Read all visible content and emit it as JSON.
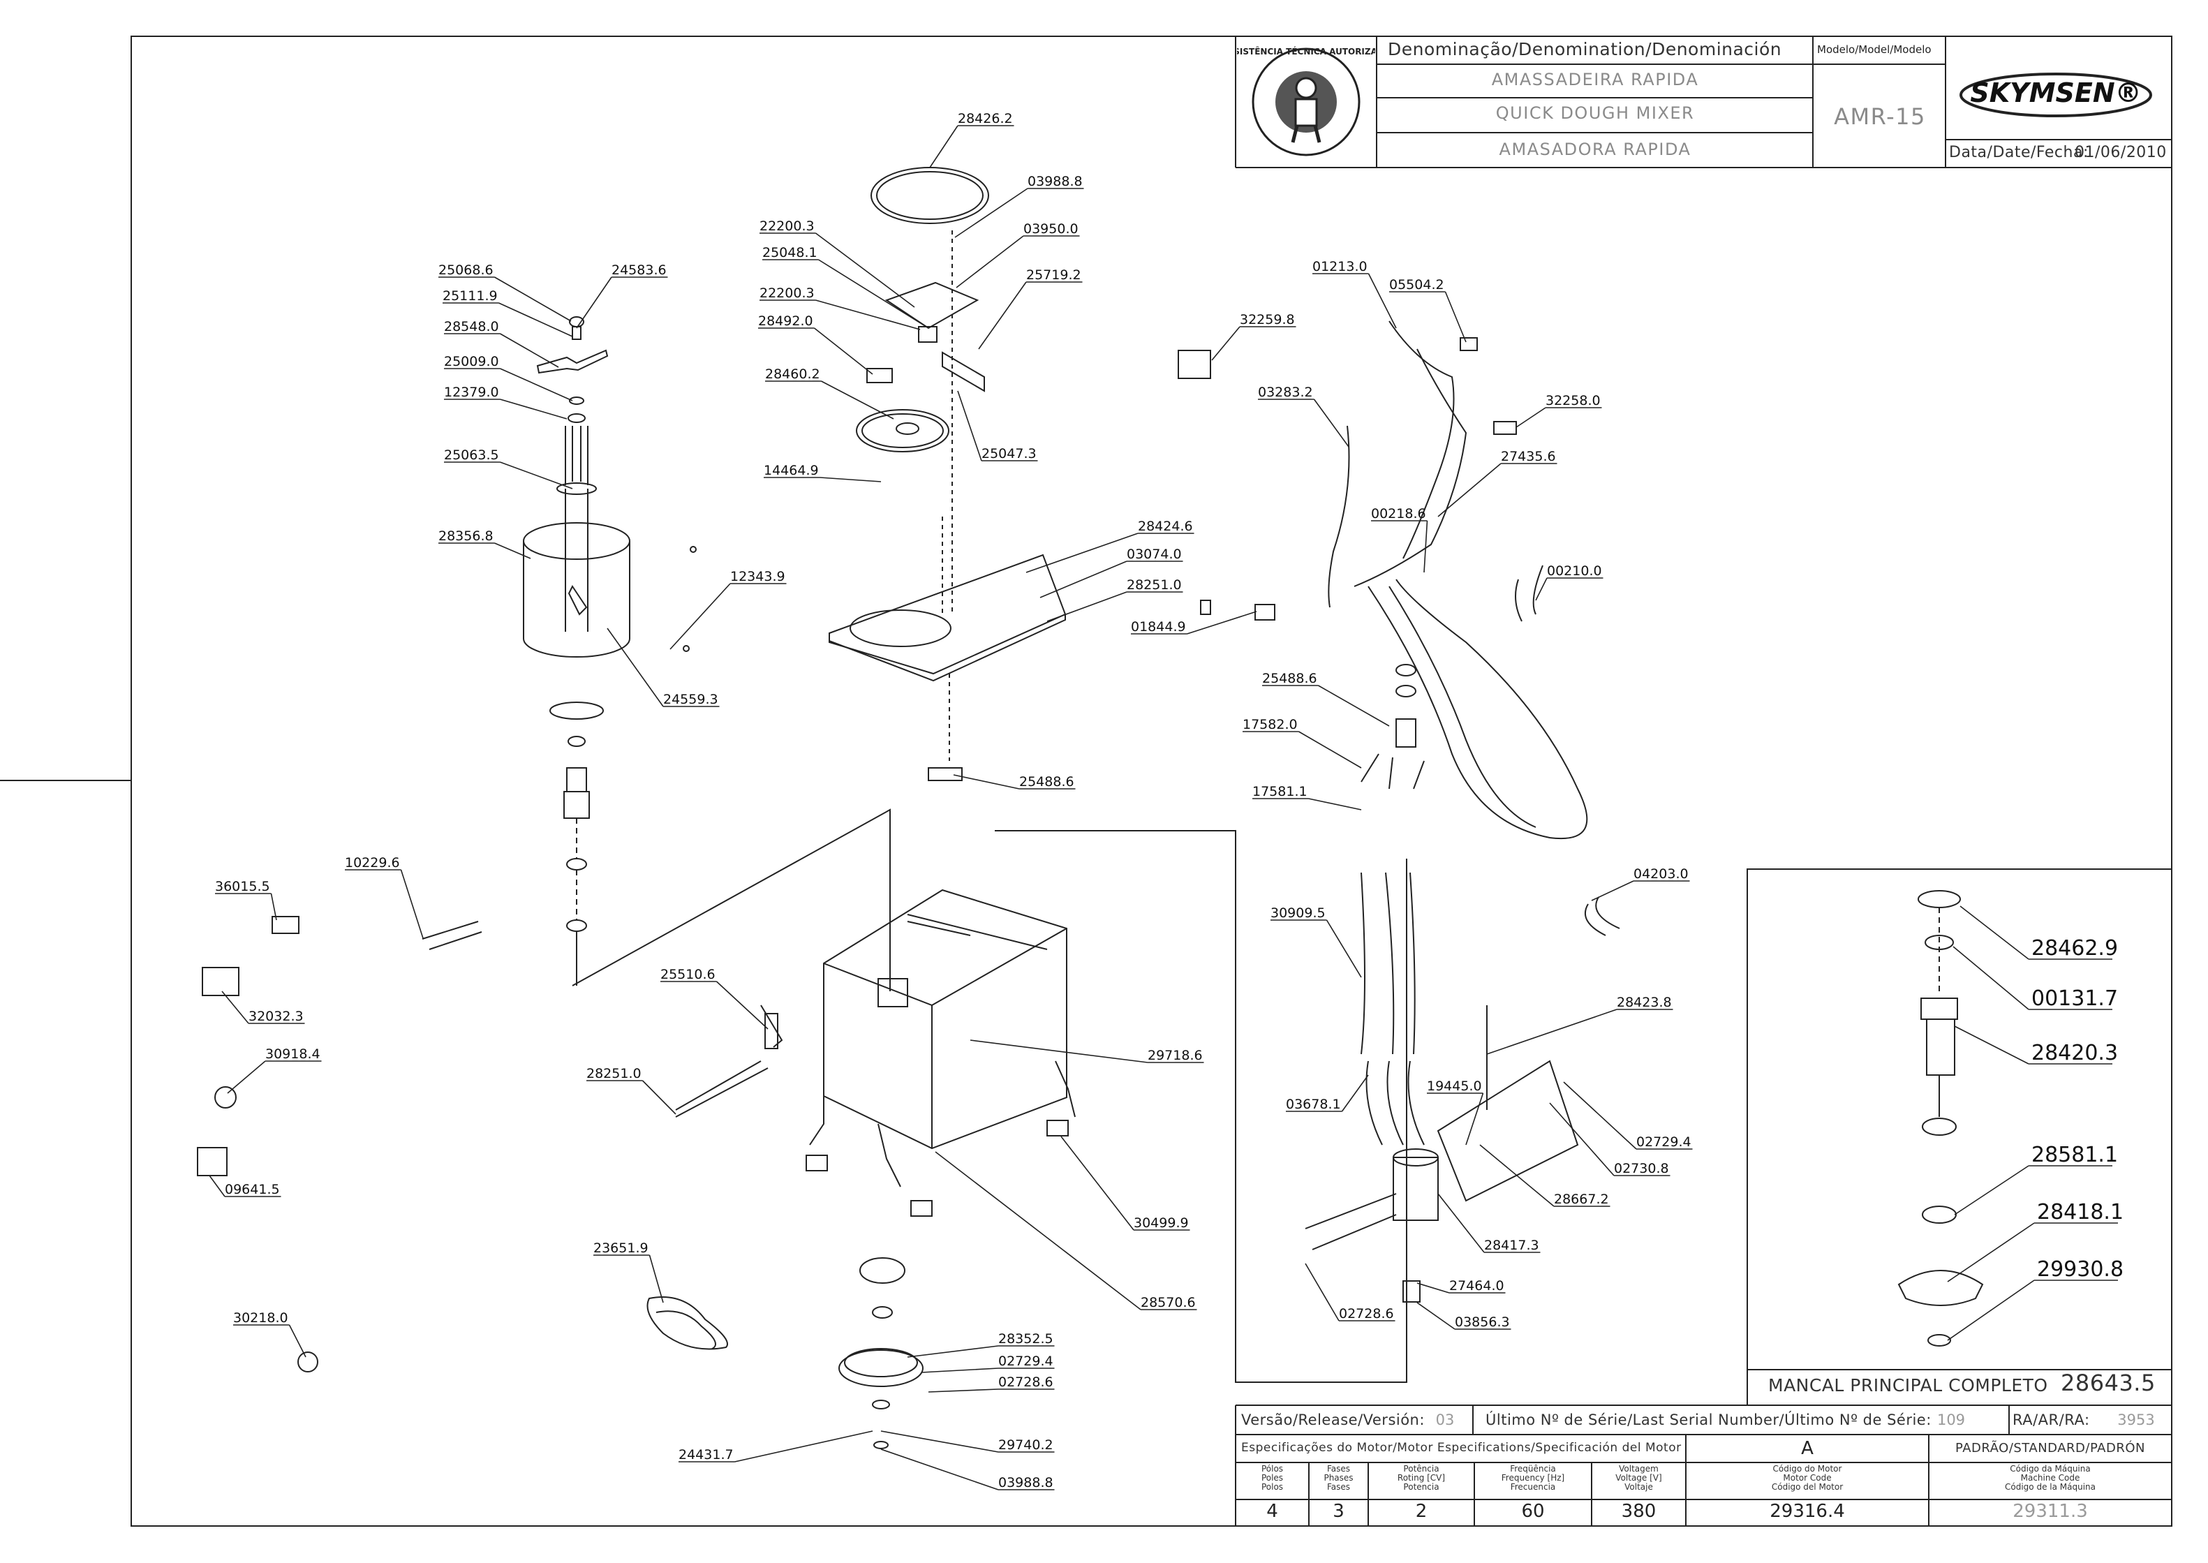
{
  "title_block": {
    "denomination_header": "Denominação/Denomination/Denominación",
    "names": [
      "AMASSADEIRA RAPIDA",
      "QUICK DOUGH MIXER",
      "AMASADORA RAPIDA"
    ],
    "model_header": "Modelo/Model/Modelo",
    "model": "AMR-15",
    "brand": "SKYMSEN®",
    "badge_text": "ASSISTÊNCIA TÉCNICA AUTORIZADA",
    "date_label": "Data/Date/Fecha:",
    "date": "01/06/2010"
  },
  "bearing_box": {
    "title": "MANCAL PRINCIPAL COMPLETO",
    "code": "28643.5",
    "parts": [
      "28462.9",
      "00131.7",
      "28420.3",
      "28581.1",
      "28418.1",
      "29930.8"
    ]
  },
  "footer": {
    "release_label": "Versão/Release/Versión:",
    "release": "03",
    "serial_label": "Último Nº de Série/Last Serial Number/Último Nº de Série:",
    "serial": "109",
    "ra_label": "RA/AR/RA:",
    "ra": "3953",
    "motor_spec_label": "Especificações do Motor/Motor Especifications/Specificación del Motor",
    "motor_variant": "A",
    "standard_label": "PADRÃO/STANDARD/PADRÓN",
    "columns": [
      {
        "h1": "Pólos",
        "h2": "Poles",
        "h3": "Polos",
        "value": "4"
      },
      {
        "h1": "Fases",
        "h2": "Phases",
        "h3": "Fases",
        "value": "3"
      },
      {
        "h1": "Potência",
        "h2": "Roting [CV]",
        "h3": "Potencia",
        "value": "2"
      },
      {
        "h1": "Freqüência",
        "h2": "Frequency [Hz]",
        "h3": "Frecuencia",
        "value": "60"
      },
      {
        "h1": "Voltagem",
        "h2": "Voltage [V]",
        "h3": "Voltaje",
        "value": "380"
      },
      {
        "h1": "Código do Motor",
        "h2": "Motor Code",
        "h3": "Código del Motor",
        "value": "29316.4"
      },
      {
        "h1": "Código da Máquina",
        "h2": "Machine Code",
        "h3": "Código de la Máquina",
        "value": "29311.3"
      }
    ]
  },
  "callouts": [
    "28426.2",
    "03988.8",
    "03950.0",
    "22200.3",
    "25048.1",
    "25719.2",
    "22200.3",
    "28492.0",
    "28460.2",
    "25047.3",
    "14464.9",
    "25068.6",
    "24583.6",
    "25111.9",
    "28548.0",
    "25009.0",
    "12379.0",
    "25063.5",
    "28356.8",
    "12343.9",
    "24559.3",
    "28424.6",
    "03074.0",
    "28251.0",
    "01844.9",
    "25488.6",
    "32259.8",
    "01213.0",
    "05504.2",
    "32258.0",
    "03283.2",
    "27435.6",
    "00218.6",
    "00210.0",
    "25488.6",
    "17582.0",
    "17581.1",
    "36015.5",
    "10229.6",
    "32032.3",
    "30918.4",
    "09641.5",
    "30218.0",
    "25510.6",
    "28251.0",
    "29718.6",
    "30499.9",
    "28570.6",
    "23651.9",
    "28352.5",
    "02729.4",
    "02728.6",
    "24431.7",
    "29740.2",
    "03988.8",
    "30909.5",
    "04203.0",
    "28423.8",
    "03678.1",
    "19445.0",
    "02729.4",
    "02730.8",
    "28667.2",
    "28417.3",
    "27464.0",
    "02728.6",
    "03856.3"
  ]
}
